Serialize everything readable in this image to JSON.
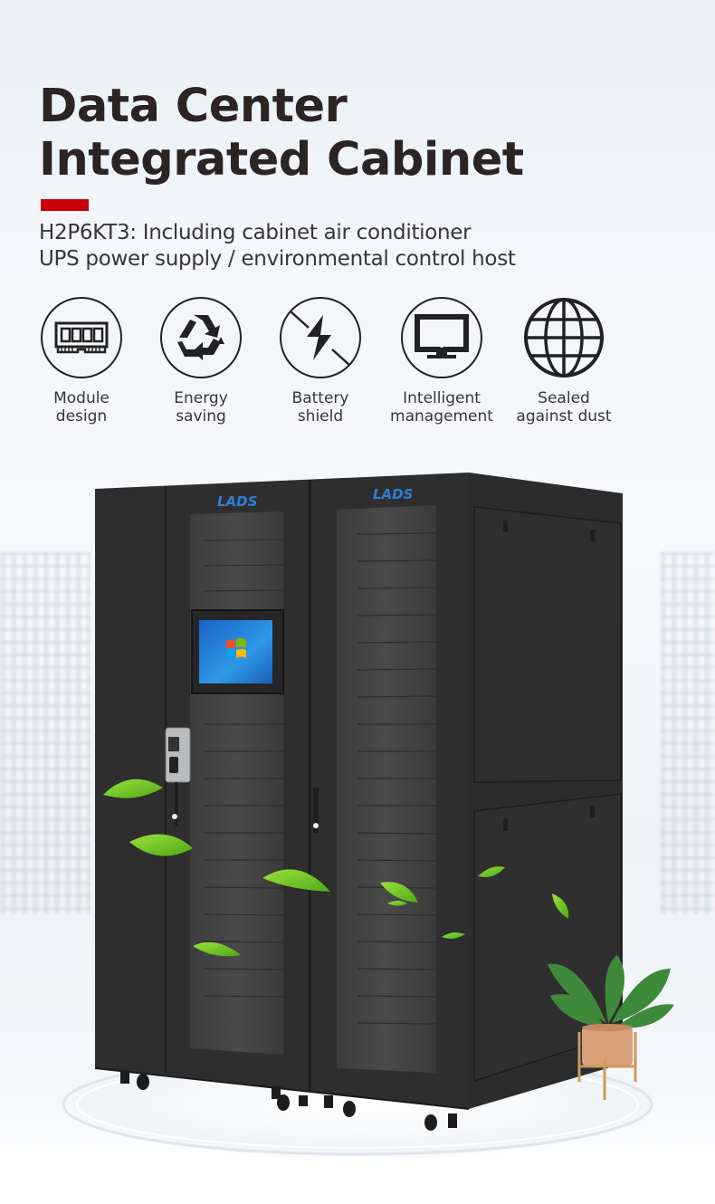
{
  "header": {
    "title_line1": "Data Center",
    "title_line2": "Integrated Cabinet",
    "accent_color": "#c8000a",
    "subtitle_line1": "H2P6KT3: Including cabinet air conditioner",
    "subtitle_line2": "UPS power supply / environmental control host"
  },
  "features": [
    {
      "icon": "memory-module-icon",
      "line1": "Module",
      "line2": "design"
    },
    {
      "icon": "recycle-icon",
      "line1": "Energy",
      "line2": "saving"
    },
    {
      "icon": "lightning-shield-icon",
      "line1": "Battery",
      "line2": "shield"
    },
    {
      "icon": "monitor-icon",
      "line1": "Intelligent",
      "line2": "management"
    },
    {
      "icon": "globe-icon",
      "line1": "Sealed",
      "line2": "against dust"
    }
  ],
  "product": {
    "brand_logo_left": "LADS",
    "brand_logo_right": "LADS",
    "brand_color": "#2f7fd6",
    "cabinet_color": "#2e2e2e",
    "screen_color": "#1f7fd4",
    "leaf_color": "#7ccf2a"
  }
}
